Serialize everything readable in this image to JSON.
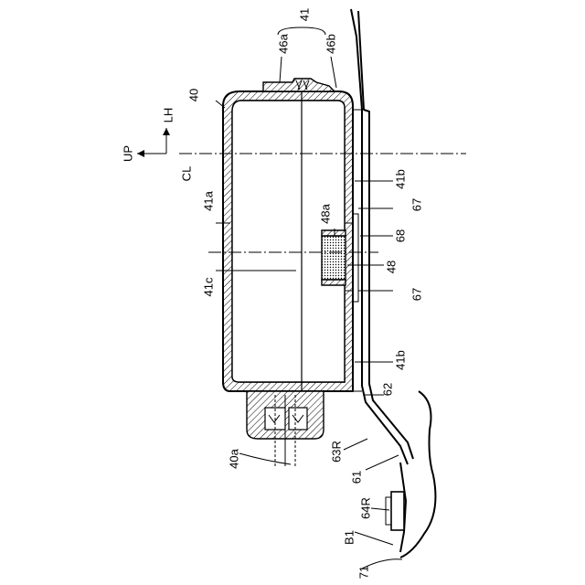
{
  "labels": {
    "l41": "41",
    "l46a": "46a",
    "l46b": "46b",
    "l40": "40",
    "lLH": "LH",
    "lUP": "UP",
    "lCL": "CL",
    "l41a": "41a",
    "l41b_top": "41b",
    "l67_top": "67",
    "l48a": "48a",
    "l68": "68",
    "l48": "48",
    "l41c": "41c",
    "l67_bot": "67",
    "l41b_bot": "41b",
    "l62": "62",
    "l40a": "40a",
    "l63R": "63R",
    "l61": "61",
    "l64R": "64R",
    "lB1": "B1",
    "l71": "71"
  }
}
